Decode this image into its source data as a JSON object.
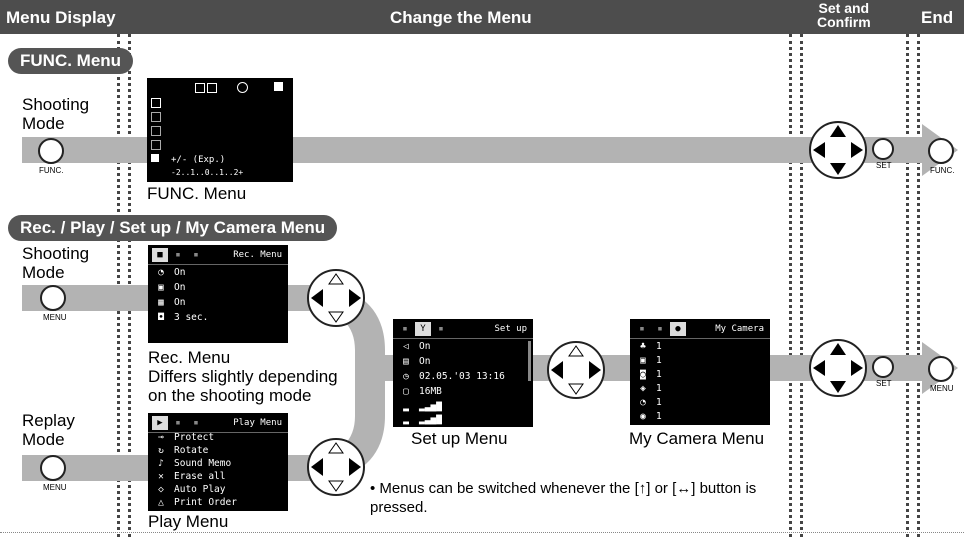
{
  "header": {
    "menu_display": "Menu Display",
    "change_menu": "Change the Menu",
    "set_confirm": "Set and\nConfirm",
    "end": "End"
  },
  "func_section": {
    "title": "FUNC. Menu",
    "mode_label": "Shooting\nMode",
    "button_label": "FUNC.",
    "screen_exp": "+/- (Exp.)",
    "screen_scale": "-2..1..0..1..2+",
    "caption": "FUNC. Menu",
    "set_label": "SET",
    "end_button_label": "FUNC."
  },
  "rec_section": {
    "title": "Rec. / Play / Set up / My Camera Menu",
    "shooting_mode_label": "Shooting\nMode",
    "replay_mode_label": "Replay\nMode",
    "menu_button_label": "MENU",
    "set_label": "SET",
    "end_button_label": "MENU"
  },
  "rec_menu": {
    "title": "Rec. Menu",
    "values": [
      "On",
      "On",
      "On",
      "3 sec."
    ],
    "caption": "Rec. Menu\nDiffers slightly depending\non the shooting mode"
  },
  "play_menu": {
    "title": "Play Menu",
    "items": [
      "Protect",
      "Rotate",
      "Sound Memo",
      "Erase all",
      "Auto Play",
      "Print Order"
    ],
    "caption": "Play Menu"
  },
  "setup_menu": {
    "title": "Set up",
    "values": [
      "On",
      "On",
      "02.05.'03 13:16",
      "16MB"
    ],
    "caption": "Set up Menu"
  },
  "mycamera_menu": {
    "title": "My Camera",
    "values": [
      "1",
      "1",
      "1",
      "1",
      "1",
      "1"
    ],
    "caption": "My Camera Menu"
  },
  "note": {
    "text": "• Menus can be switched whenever the [↑] or [↔] button is pressed."
  },
  "colors": {
    "header_bg": "#4d4d4d",
    "band": "#b3b3b3",
    "section_bg": "#555555"
  }
}
